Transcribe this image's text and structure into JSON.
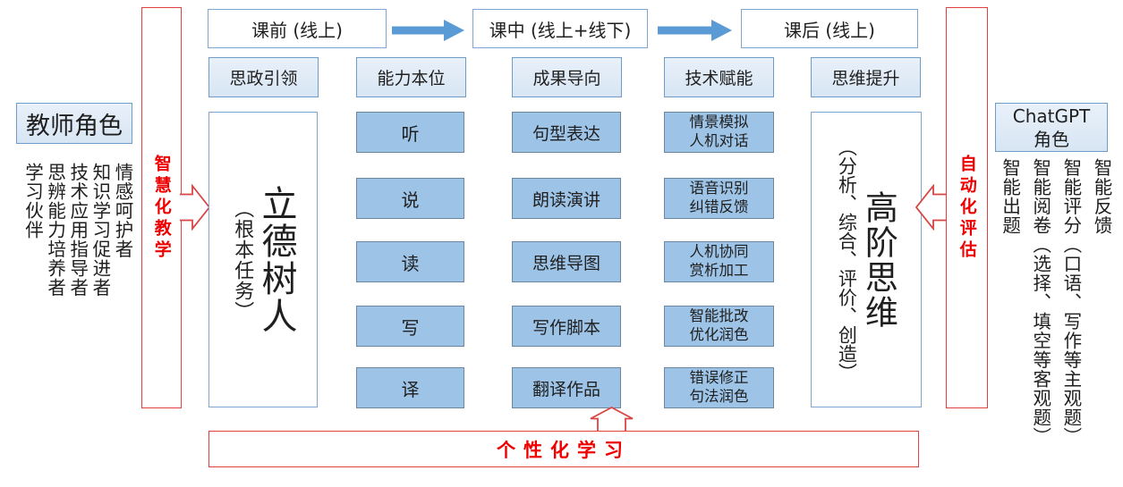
{
  "palette": {
    "box_border_blue": "#7fa6d2",
    "light_fill": "#dde9f5",
    "medium_fill": "#9dc3e6",
    "flow_arrow_blue": "#5b9bd5",
    "red_border": "#e04040",
    "red_text": "#ee0000"
  },
  "top_flow": {
    "stages": [
      "课前 (线上)",
      "课中 (线上+线下)",
      "课后 (线上)"
    ]
  },
  "principles": [
    "思政引领",
    "能力本位",
    "成果导向",
    "技术赋能",
    "思维提升"
  ],
  "teacher_panel": {
    "title": "教师角色",
    "roles": [
      "情感呵护者",
      "知识学习促进者",
      "技术应用指导者",
      "思辨能力培养者",
      "学习伙伴"
    ]
  },
  "chatgpt_panel": {
    "title": "ChatGPT\n角色",
    "roles": [
      "智能反馈",
      "智能评分（口语、写作等主观题）",
      "智能阅卷（选择、填空等客观题）",
      "智能出题"
    ]
  },
  "side_bars": {
    "left": "智慧化教学",
    "right": "自动化评估",
    "bottom": "个性化学习"
  },
  "core_tasks": {
    "left": {
      "main": "立德树人",
      "sub": "（根本任务）"
    },
    "right": {
      "main": "高阶思维",
      "sub": "（分析、综合、评价、创造）"
    }
  },
  "skills": [
    "听",
    "说",
    "读",
    "写",
    "译"
  ],
  "outputs": [
    "句型表达",
    "朗读演讲",
    "思维导图",
    "写作脚本",
    "翻译作品"
  ],
  "ai_supports": [
    "情景模拟\n人机对话",
    "语音识别\n纠错反馈",
    "人机协同\n赏析加工",
    "智能批改\n优化润色",
    "错误修正\n句法润色"
  ]
}
